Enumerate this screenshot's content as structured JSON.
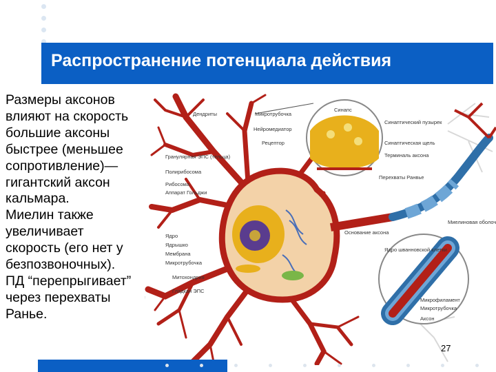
{
  "slide": {
    "title": "Распространение потенциала действия",
    "body_lines": [
      "Размеры аксонов",
      "влияют на скорость",
      "большие аксоны",
      "быстрее (меньшее",
      "сопротивление)—",
      "гигантский аксон",
      "кальмара.",
      "Миелин также",
      "увеличивает",
      "скорость (его нет у",
      "безпозвоночных).",
      "ПД “перепрыгивает”",
      "через перехваты",
      "Ранье."
    ],
    "page_number": "27"
  },
  "diagram": {
    "labels": {
      "dendrites": "Дендриты",
      "microtubule": "Микротрубочка",
      "neurotransmitter": "Нейромедиатор",
      "receptor": "Рецептор",
      "synapse": "Синапс",
      "synaptic_bouton": "Синаптический пузырек",
      "synaptic_cleft": "Синаптическая щель",
      "axon_terminal": "Терминаль аксона",
      "rough_er": "Гранулярная ЭПС (тельца)",
      "polyribosome": "Полирибосома",
      "ribosome": "Рибосома",
      "golgi": "Аппарат Гольджи",
      "nucleus": "Ядро",
      "nucleolus": "Ядрышко",
      "membrane": "Мембрана",
      "microtubule2": "Микротрубочка",
      "mitochondrion": "Митохондрия",
      "smooth_er": "Гладкая ЭПС",
      "ranvier": "Перехваты Ранвье",
      "myelin": "Миелиновая оболочка",
      "axon_hillock": "Основание аксона",
      "schwann": "Ядро шванновской клетки",
      "microfilament": "Микрофиламент",
      "microtubule3": "Микротрубочка",
      "axon": "Аксон"
    },
    "colors": {
      "neuron": "#b22018",
      "axon": "#2f6fa8",
      "nucleus": "#5a3c8e",
      "golgi": "#e8b01c"
    }
  }
}
